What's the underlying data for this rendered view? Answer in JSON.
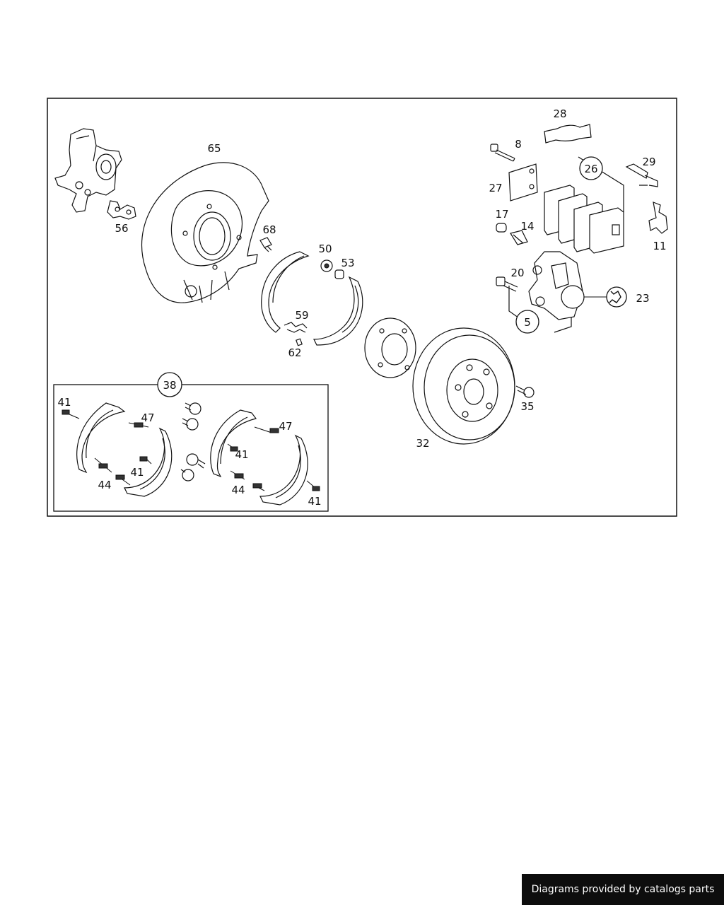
{
  "callouts": {
    "c5": "5",
    "c8": "8",
    "c11": "11",
    "c14": "14",
    "c17": "17",
    "c20": "20",
    "c23": "23",
    "c26": "26",
    "c27": "27",
    "c28": "28",
    "c29": "29",
    "c32": "32",
    "c35": "35",
    "c38": "38",
    "c41a": "41",
    "c41b": "41",
    "c41c": "41",
    "c41d": "41",
    "c44a": "44",
    "c44b": "44",
    "c47a": "47",
    "c47b": "47",
    "c50": "50",
    "c53": "53",
    "c56": "56",
    "c59": "59",
    "c62": "62",
    "c65": "65",
    "c68": "68"
  },
  "icons": {
    "wrench": "wrench-icon"
  },
  "footer": {
    "credit": "Diagrams provided by catalogs parts"
  },
  "colors": {
    "line": "#111111",
    "background": "#ffffff",
    "credit_bg": "#0d0d0d"
  }
}
